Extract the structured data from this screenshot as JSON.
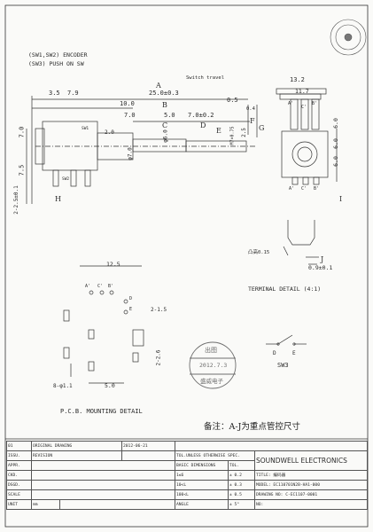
{
  "notes": {
    "line1": "(SW1,SW2) ENCODER",
    "line2": "(SW3) PUSH ON SW",
    "switch_travel": "Switch travel",
    "remark": "备注：A-J为重点管控尺寸"
  },
  "front_view": {
    "dims": {
      "d3_5": "3.5",
      "d7_9": "7.9",
      "d25": "25.0±0.3",
      "d10": "10.0",
      "d7a": "7.0",
      "d5": "5.0",
      "d7b": "7.0±0.2",
      "d05": "0.5",
      "d7c": "7.0",
      "d2": "2.0",
      "d7_5": "7.5",
      "d2_2": "2-2.5±0.1",
      "phi6": "φ6.0",
      "phi7": "φ7.0",
      "m7": "M7×0.75",
      "d25b": "2.5",
      "d04": "0.4"
    },
    "markers": {
      "A": "A",
      "B": "B",
      "C": "C",
      "D": "D",
      "E": "E",
      "F": "F",
      "G": "G",
      "H": "H"
    },
    "sw_labels": {
      "sw1": "SW1",
      "sw2": "SW2"
    }
  },
  "side_view": {
    "dims": {
      "d13": "13.2",
      "d11": "11.7",
      "d6a": "6.0",
      "d6b": "6.0",
      "d6c": "6.0"
    },
    "pins_top": [
      "A'",
      "C'",
      "B'"
    ],
    "pins_bottom": [
      "A'",
      "C'",
      "B'"
    ],
    "marker_i": "I"
  },
  "terminal_detail": {
    "title": "TERMINAL DETAIL (4:1)",
    "d015": "凸高0.15",
    "d09": "0.9±0.1",
    "marker_j": "J"
  },
  "pcb": {
    "title": "P.C.B. MOUNTING DETAIL",
    "d12_5": "12.5",
    "d2_15": "2-1.5",
    "d2_26": "2-2.6",
    "d8_11": "8-φ1.1",
    "d5": "5.0",
    "pins": [
      "A'",
      "C'",
      "B'",
      "D",
      "E"
    ]
  },
  "sw3": {
    "label": "SW3",
    "d": "D",
    "e": "E"
  },
  "stamp": {
    "top": "出图",
    "date": "2012.7.3",
    "bottom": "盛威电子"
  },
  "title_block": {
    "rev_num": "01",
    "rev_desc": "ORIGINAL DRAWING",
    "rev_date": "2012-06-21",
    "issue": "ISSU.",
    "revision": "REVISION",
    "approval": "APPR.",
    "checked_row": "CKD.",
    "designed_row": "DSGD.",
    "scale": "SCALE",
    "unit": "UNIT",
    "unit_val": "mm",
    "tol_note": "TOL.UNLESS OTHERWISE SPEC.",
    "basic": "BASIC DIMENSIONS",
    "tol": "TOL.",
    "tol_rows": [
      [
        "1≤6",
        "± 0.2"
      ],
      [
        "10<L",
        "± 0.3"
      ],
      [
        "100<L",
        "± 0.5"
      ],
      [
        "ANGLE",
        "± 5°"
      ]
    ],
    "company": "SOUNDWELL ELECTRONICS",
    "company_cn": "编码器",
    "title_lbl": "TITLE:",
    "model_lbl": "MODEL:",
    "model": "EC110701N2B-HA1-000",
    "drawing_lbl": "DRAWING NO:",
    "drawing_no": "C-EC1107-0001",
    "no_lbl": "NO:"
  },
  "colors": {
    "ink": "#2b2b2b",
    "stamp": "#6e6e6e",
    "paper": "#fafaf8"
  }
}
